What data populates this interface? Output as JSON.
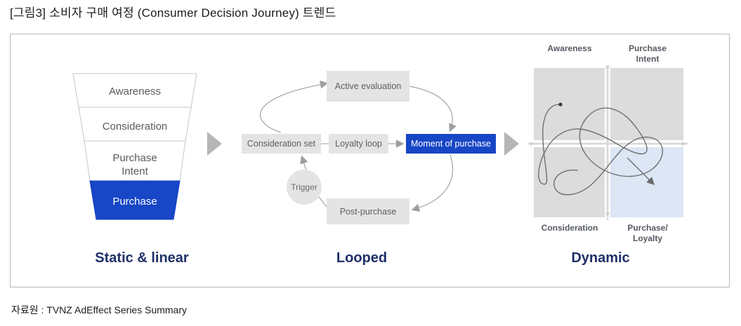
{
  "figure": {
    "title": "[그림3] 소비자 구매 여정 (Consumer Decision Journey) 트렌드",
    "source_note": "자료원 : TVNZ AdEffect Series Summary"
  },
  "colors": {
    "accent_blue": "#1746c6",
    "caption_navy": "#1f3068",
    "box_grey": "#e4e4e4",
    "quad_grey": "#dcdcdc",
    "quad_light_blue": "#dce6f5",
    "frame_border": "#b9b9b9",
    "arrow_grey": "#b6b6b6"
  },
  "panels": [
    {
      "id": "static-linear",
      "caption": "Static & linear"
    },
    {
      "id": "looped",
      "caption": "Looped"
    },
    {
      "id": "dynamic",
      "caption": "Dynamic"
    }
  ],
  "funnel": {
    "stages": [
      {
        "label": "Awareness",
        "highlighted": false
      },
      {
        "label": "Consideration",
        "highlighted": false
      },
      {
        "label": "Purchase\nIntent",
        "line1": "Purchase",
        "line2": "Intent",
        "highlighted": false
      },
      {
        "label": "Purchase",
        "highlighted": true
      }
    ]
  },
  "loop": {
    "nodes": [
      {
        "id": "active-evaluation",
        "label": "Active evaluation",
        "shape": "rect",
        "highlighted": false
      },
      {
        "id": "consideration-set",
        "label": "Consideration set",
        "shape": "rect",
        "highlighted": false
      },
      {
        "id": "loyalty-loop",
        "label": "Loyalty loop",
        "shape": "rect",
        "highlighted": false
      },
      {
        "id": "moment-of-purchase",
        "label": "Moment of purchase",
        "shape": "rect",
        "highlighted": true
      },
      {
        "id": "trigger",
        "label": "Trigger",
        "shape": "circle",
        "highlighted": false
      },
      {
        "id": "post-purchase",
        "label": "Post-purchase",
        "shape": "rect",
        "highlighted": false
      }
    ]
  },
  "dynamic": {
    "quadrants": [
      {
        "id": "awareness",
        "label": "Awareness",
        "position": "top-left",
        "highlighted": false
      },
      {
        "id": "purchase-intent",
        "label_line1": "Purchase",
        "label_line2": "Intent",
        "position": "top-right",
        "highlighted": false
      },
      {
        "id": "consideration",
        "label": "Consideration",
        "position": "bottom-left",
        "highlighted": false
      },
      {
        "id": "purchase-loyalty",
        "label_line1": "Purchase/",
        "label_line2": "Loyalty",
        "position": "bottom-right",
        "highlighted": true
      }
    ]
  }
}
